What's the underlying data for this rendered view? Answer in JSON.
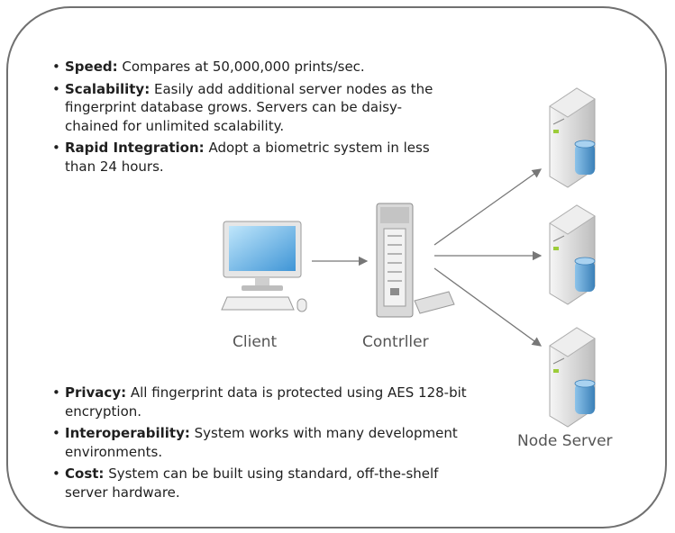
{
  "top_bullets": [
    {
      "term": "Speed:",
      "text": " Compares at 50,000,000 prints/sec."
    },
    {
      "term": "Scalability:",
      "text": " Easily add additional server nodes as the fingerprint database grows. Servers can be daisy-chained for unlimited scalability."
    },
    {
      "term": "Rapid Integration:",
      "text": " Adopt a biometric system in less than 24 hours."
    }
  ],
  "bottom_bullets": [
    {
      "term": "Privacy:",
      "text": " All fingerprint data is protected using AES 128-bit encryption."
    },
    {
      "term": "Interoperability:",
      "text": " System works with many development environments."
    },
    {
      "term": "Cost:",
      "text": " System can be built using standard, off-the-shelf server hardware."
    }
  ],
  "labels": {
    "client": "Client",
    "controller": "Contrller",
    "node_server": "Node Server"
  },
  "colors": {
    "frame_border": "#6f6f6f",
    "screen_blue": "#6fb8e8",
    "server_grey": "#d4d4d4",
    "drum_blue": "#5a9fd0"
  }
}
